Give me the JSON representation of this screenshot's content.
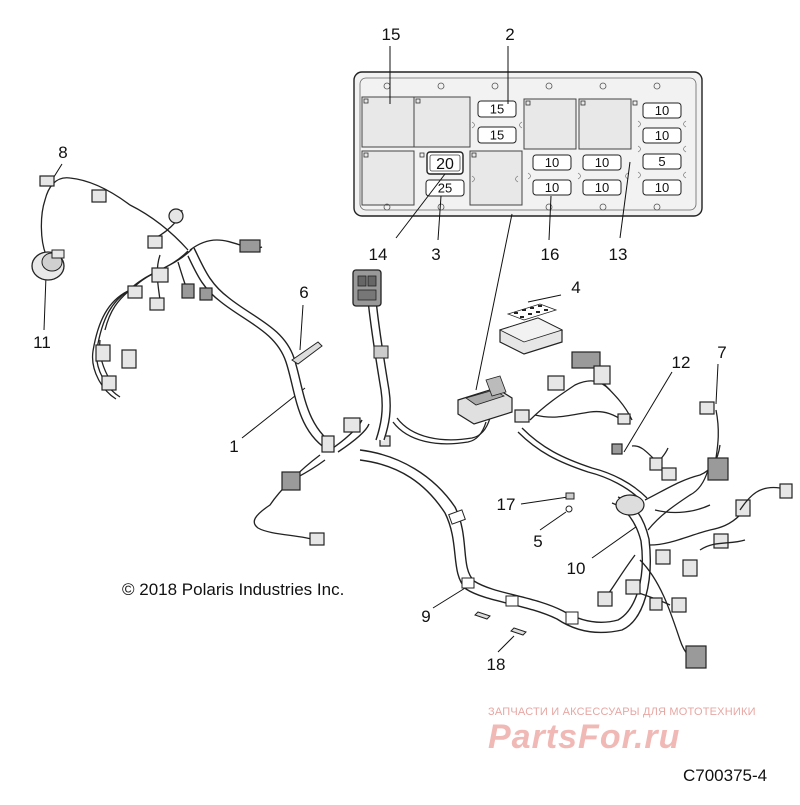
{
  "callouts": {
    "c1": "1",
    "c2": "2",
    "c3": "3",
    "c4": "4",
    "c5": "5",
    "c6": "6",
    "c7": "7",
    "c8": "8",
    "c9": "9",
    "c10": "10",
    "c11": "11",
    "c12": "12",
    "c13": "13",
    "c14": "14",
    "c15": "15",
    "c16": "16",
    "c17": "17",
    "c18": "18"
  },
  "fuse_box": {
    "fuses_center": [
      "15",
      "15",
      "20",
      "25"
    ],
    "fuses_mid": [
      "10",
      "10",
      "10",
      "10"
    ],
    "fuses_right": [
      "10",
      "10",
      "5",
      "10"
    ]
  },
  "copyright": "© 2018 Polaris Industries Inc.",
  "watermark": {
    "tagline": "ЗАПЧАСТИ И АКСЕССУАРЫ ДЛЯ МОТОТЕХНИКИ",
    "logo": "PartsFor.ru"
  },
  "diagram_code": "C700375-4"
}
